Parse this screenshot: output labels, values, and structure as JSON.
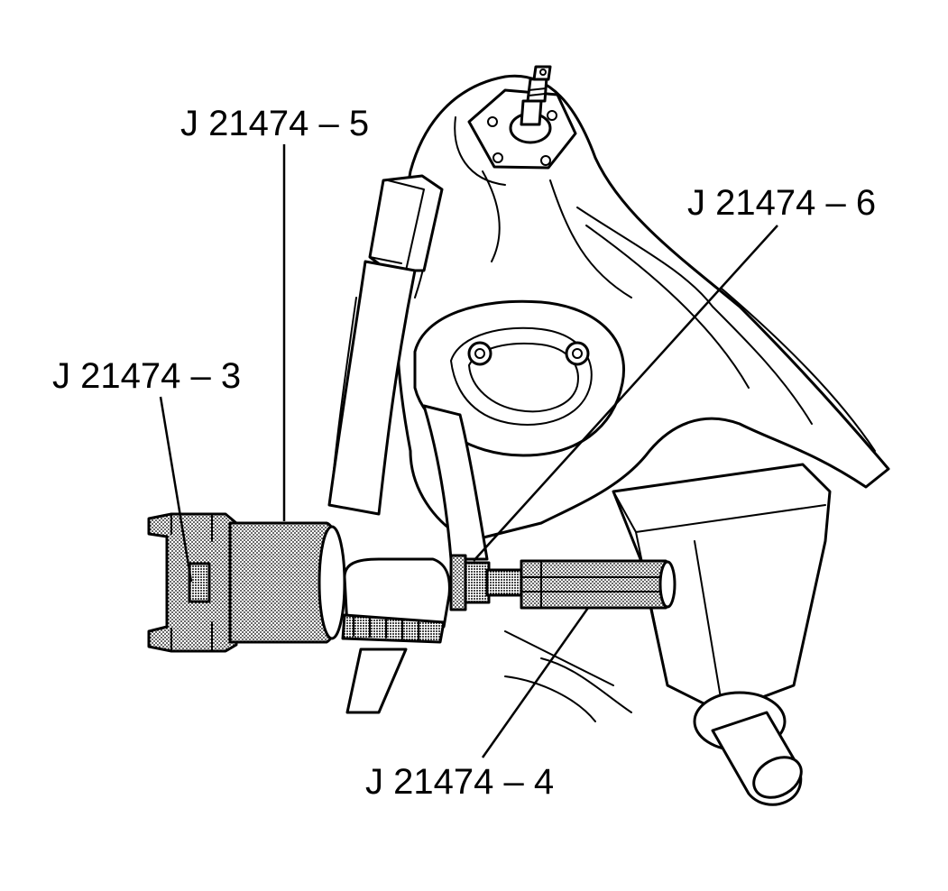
{
  "figure": {
    "callouts": {
      "tool_5": "J 21474 – 5",
      "tool_6": "J 21474 – 6",
      "tool_3": "J 21474 – 3",
      "tool_4": "J 21474 – 4"
    }
  }
}
